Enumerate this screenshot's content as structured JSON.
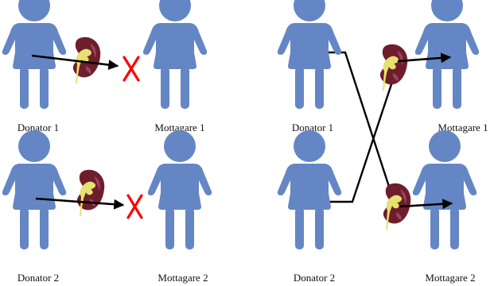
{
  "colors": {
    "person": "#6586c4",
    "kidney": "#6e1e2a",
    "kidney_highlight": "#a24a78",
    "kidney_vessel": "#e8e070",
    "arrow": "#000000",
    "blocked": "#ff0000"
  },
  "left_panel": {
    "pairs": [
      {
        "donor_label": "Donator 1",
        "recipient_label": "Mottagare 1",
        "status": "incompatible"
      },
      {
        "donor_label": "Donator 2",
        "recipient_label": "Mottagare 2",
        "status": "incompatible"
      }
    ]
  },
  "right_panel": {
    "pairs": [
      {
        "donor_label": "Donator 1",
        "recipient_label": "Mottagare 1"
      },
      {
        "donor_label": "Donator 2",
        "recipient_label": "Mottagare 2"
      }
    ],
    "exchange": "crossed"
  },
  "icons": {
    "person": "person-icon",
    "kidney": "kidney-icon",
    "block": "x-mark-icon"
  }
}
